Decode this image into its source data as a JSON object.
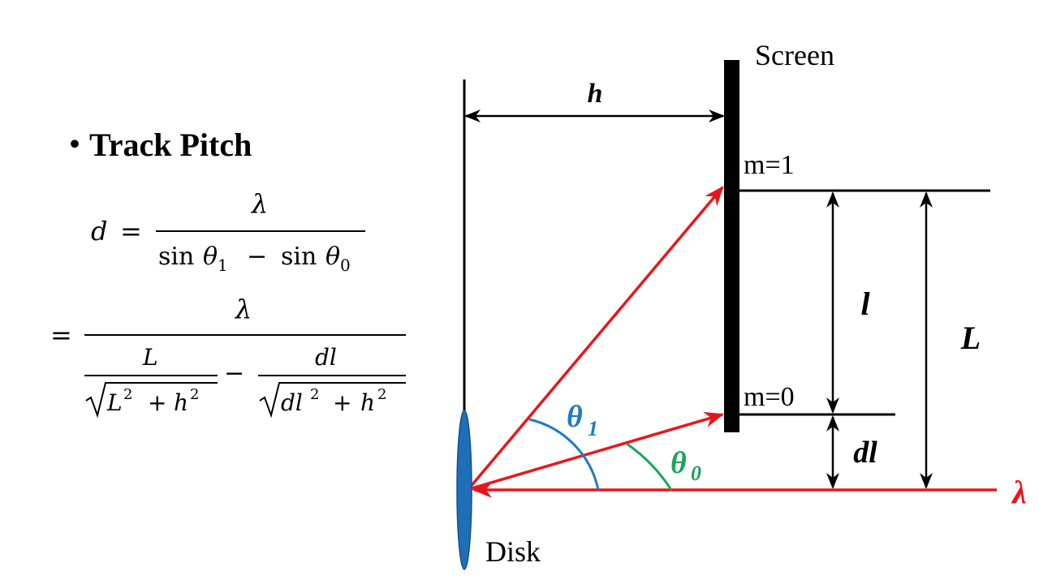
{
  "heading": {
    "bullet": "・",
    "title": "Track Pitch"
  },
  "formula": {
    "lhs_var": "d",
    "equals": "=",
    "lambda": "λ",
    "sin": "sin",
    "theta": "θ",
    "sub1": "1",
    "sub0": "0",
    "minus": "−",
    "frac1_num": "L",
    "frac1_den_L": "L",
    "frac2_num": "dl",
    "frac2_den_dl": "dl",
    "sq": "2",
    "plus": "+",
    "h": "h"
  },
  "diagram": {
    "screen_label": "Screen",
    "h_label": "h",
    "m1_label": "m=1",
    "m0_label": "m=0",
    "l_label": "l",
    "L_label": "L",
    "dl_label": "dl",
    "theta1_label": "θ",
    "theta1_sub": "1",
    "theta0_label": "θ",
    "theta0_sub": "0",
    "lambda_label": "λ",
    "disk_label": "Disk"
  },
  "colors": {
    "beam": "#e8161b",
    "theta1": "#1f7ac2",
    "theta0": "#1aa65a",
    "disk": "#1f6fb8",
    "ink": "#000000"
  }
}
